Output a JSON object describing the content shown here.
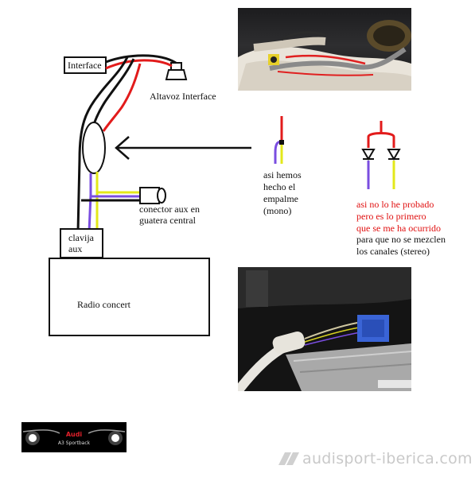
{
  "labels": {
    "interface": "Interface",
    "altavoz": "Altavoz Interface",
    "conector_line1": "conector aux en",
    "conector_line2": "guatera central",
    "clavija_line1": "clavija",
    "clavija_line2": "aux",
    "radio": "Radio concert",
    "mono_line1": "asi hemos",
    "mono_line2": "hecho el",
    "mono_line3": "empalme",
    "mono_line4": "(mono)",
    "stereo_red_line1": "asi no lo he probado",
    "stereo_red_line2": "pero es lo primero",
    "stereo_red_line3": "que se me ha ocurrido",
    "stereo_line4": "para que no se mezclen",
    "stereo_line5": "los canales (stereo)"
  },
  "badge": {
    "brand": "Audi",
    "model": "A3 Sportback"
  },
  "watermark": {
    "text": "audisport-iberica.com"
  },
  "colors": {
    "black_wire": "#111111",
    "red_wire": "#e21b1b",
    "purple_wire": "#7a4de0",
    "yellow_wire": "#e3e81a"
  }
}
